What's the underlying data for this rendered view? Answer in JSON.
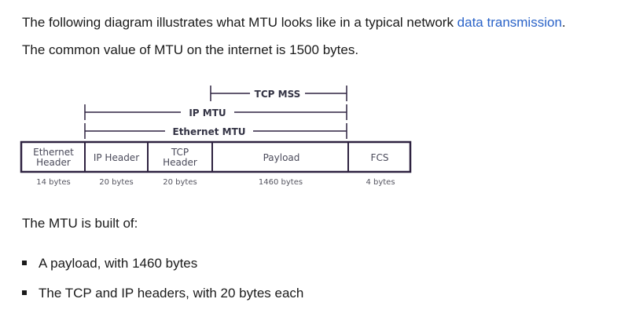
{
  "intro": {
    "line1_prefix": "The following diagram illustrates what MTU looks like in a typical network ",
    "line1_link": "data transmission",
    "line1_suffix": ".",
    "line2": "The common value of MTU on the internet is 1500 bytes."
  },
  "diagram": {
    "spans": {
      "tcp_mss": "TCP MSS",
      "ip_mtu": "IP MTU",
      "ethernet_mtu": "Ethernet MTU"
    },
    "segments": [
      {
        "label_line1": "Ethernet",
        "label_line2": "Header",
        "bytes": "14 bytes"
      },
      {
        "label_line1": "IP Header",
        "label_line2": "",
        "bytes": "20 bytes"
      },
      {
        "label_line1": "TCP",
        "label_line2": "Header",
        "bytes": "20 bytes"
      },
      {
        "label_line1": "Payload",
        "label_line2": "",
        "bytes": "1460 bytes"
      },
      {
        "label_line1": "FCS",
        "label_line2": "",
        "bytes": "4 bytes"
      }
    ],
    "colors": {
      "frame": "#2e2240",
      "bracket": "#2e2240"
    }
  },
  "body": {
    "built_of": "The MTU is built of:",
    "bullets": [
      "A payload, with 1460 bytes",
      "The TCP and IP headers, with 20 bytes each"
    ]
  },
  "theme": {
    "link_color": "#2a63c8"
  }
}
